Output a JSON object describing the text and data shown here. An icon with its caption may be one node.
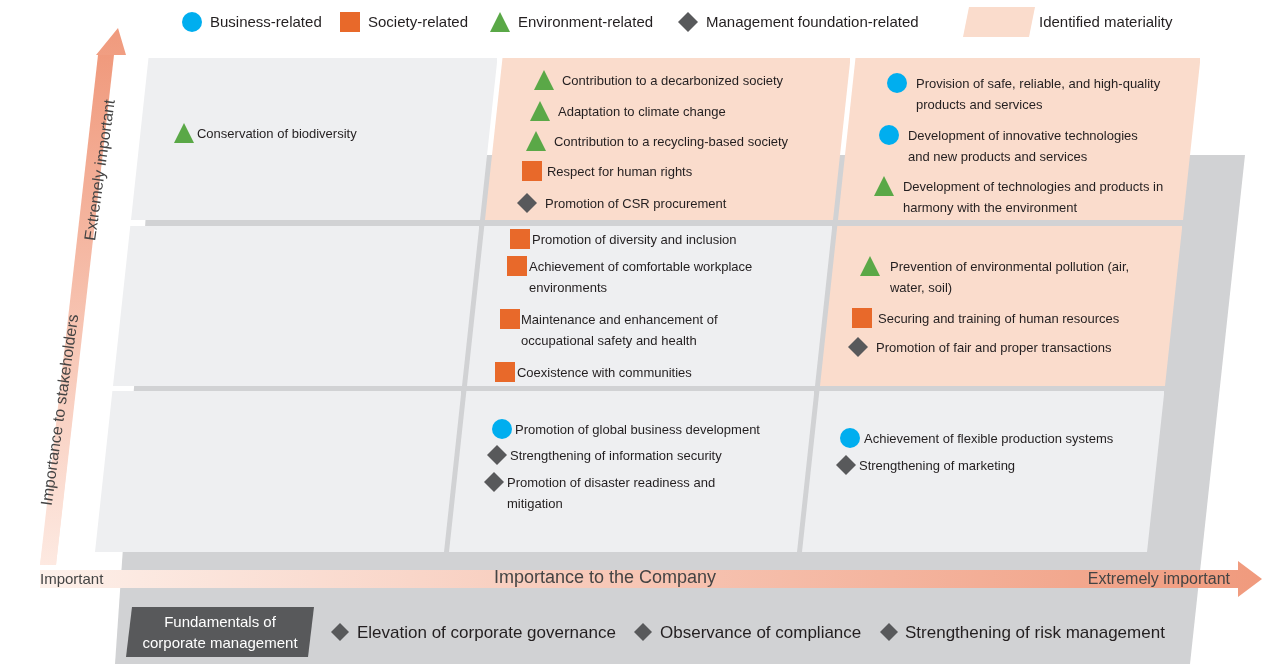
{
  "diagram": {
    "nodes": [
      {
        "text": [],
        "shape": "box"
      },
      {
        "text": [
          "Conservation of biodiversity"
        ],
        "in": 0
      },
      {
        "text": [],
        "shape": "box"
      },
      {
        "text": [
          "Contribution to a decarbonized society"
        ],
        "in": 2
      },
      {
        "text": [
          "Adaptation to climate change"
        ],
        "in": 2
      },
      {
        "text": [
          "Contribution to a recycling-based society"
        ],
        "in": 2
      },
      {
        "text": [
          "Respect for human rights"
        ],
        "in": 2
      },
      {
        "text": [
          "Promotion of CSR procurement"
        ],
        "in": 2
      },
      {
        "text": [],
        "shape": "box"
      },
      {
        "text": [
          "Provision of safe, reliable, and high-quality products and services"
        ],
        "in": 8
      },
      {
        "text": [
          "Development of innovative technologies and new products and services"
        ],
        "in": 8
      },
      {
        "text": [
          "Development of technologies and products in harmony with the environment"
        ],
        "in": 8
      },
      {
        "text": [],
        "shape": "box"
      },
      {
        "text": [],
        "shape": "box"
      },
      {
        "text": [
          "Promotion of diversity and inclusion"
        ],
        "in": 13
      },
      {
        "text": [
          "Achievement of comfortable workplace environments"
        ],
        "in": 13
      },
      {
        "text": [
          "Maintenance and enhancement of occupational safety and health"
        ],
        "in": 13
      },
      {
        "text": [
          "Coexistence with communities"
        ],
        "in": 13
      },
      {
        "text": [],
        "shape": "box"
      },
      {
        "text": [
          "Prevention of environmental pollution (air, water, soil)"
        ],
        "in": 18
      },
      {
        "text": [
          "Securing and training of human resources"
        ],
        "in": 18
      },
      {
        "text": [
          "Promotion of fair and proper transactions"
        ],
        "in": 18
      },
      {
        "text": [],
        "shape": "box"
      },
      {
        "text": [],
        "shape": "box"
      },
      {
        "text": [
          "Promotion of global business development"
        ],
        "in": 23
      },
      {
        "text": [
          "Strengthening of information security"
        ],
        "in": 23
      },
      {
        "text": [
          "Promotion of disaster readiness and mitigation"
        ],
        "in": 23
      },
      {
        "text": [],
        "shape": "box"
      },
      {
        "text": [
          "Achievement of flexible production systems"
        ],
        "in": 27
      },
      {
        "text": [
          "Strengthening of marketing"
        ],
        "in": 27
      },
      {
        "text": [
          "Fundamentals of corporate management"
        ]
      },
      {
        "text": [
          "Elevation of corporate governance"
        ]
      },
      {
        "text": [
          "Observance of compliance"
        ]
      },
      {
        "text": [
          "Strengthening of risk management"
        ]
      }
    ],
    "edges": [],
    "labels": [
      "Extremely important",
      "Importance to stakeholders",
      "Important",
      "Importance to the Company",
      "Extremely important"
    ],
    "legend": [
      {
        "text": "Business-related",
        "color": "#00aeef"
      },
      {
        "text": "Society-related",
        "color": "#e8692a"
      },
      {
        "text": "Environment-related",
        "color": "#5aa847"
      },
      {
        "text": "Management foundation-related",
        "color": "#58595b"
      },
      {
        "text": "Identified materiality",
        "color": "#fadccc"
      }
    ]
  }
}
